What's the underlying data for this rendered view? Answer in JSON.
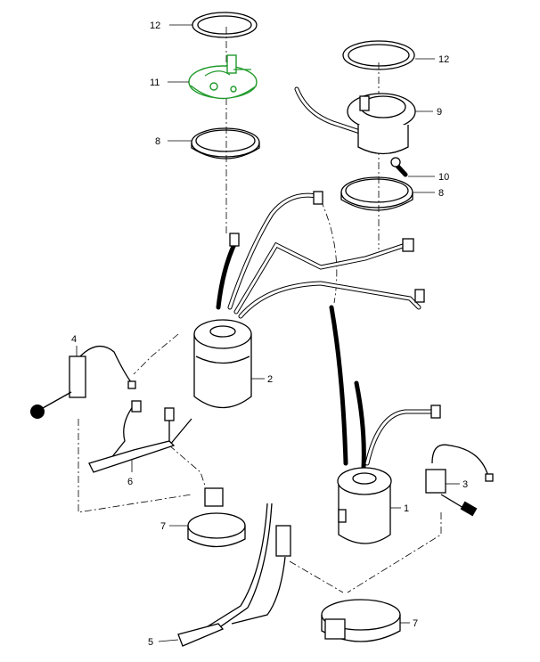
{
  "diagram": {
    "callouts": {
      "c12_left": "12",
      "c11": "11",
      "c8_left": "8",
      "c12_right": "12",
      "c9": "9",
      "c10": "10",
      "c8_right": "8",
      "c2": "2",
      "c4": "4",
      "c3": "3",
      "c6": "6",
      "c7_left": "7",
      "c1": "1",
      "c7_right": "7",
      "c5": "5"
    },
    "colors": {
      "highlight": "#1f9a2a",
      "line": "#000000"
    }
  }
}
